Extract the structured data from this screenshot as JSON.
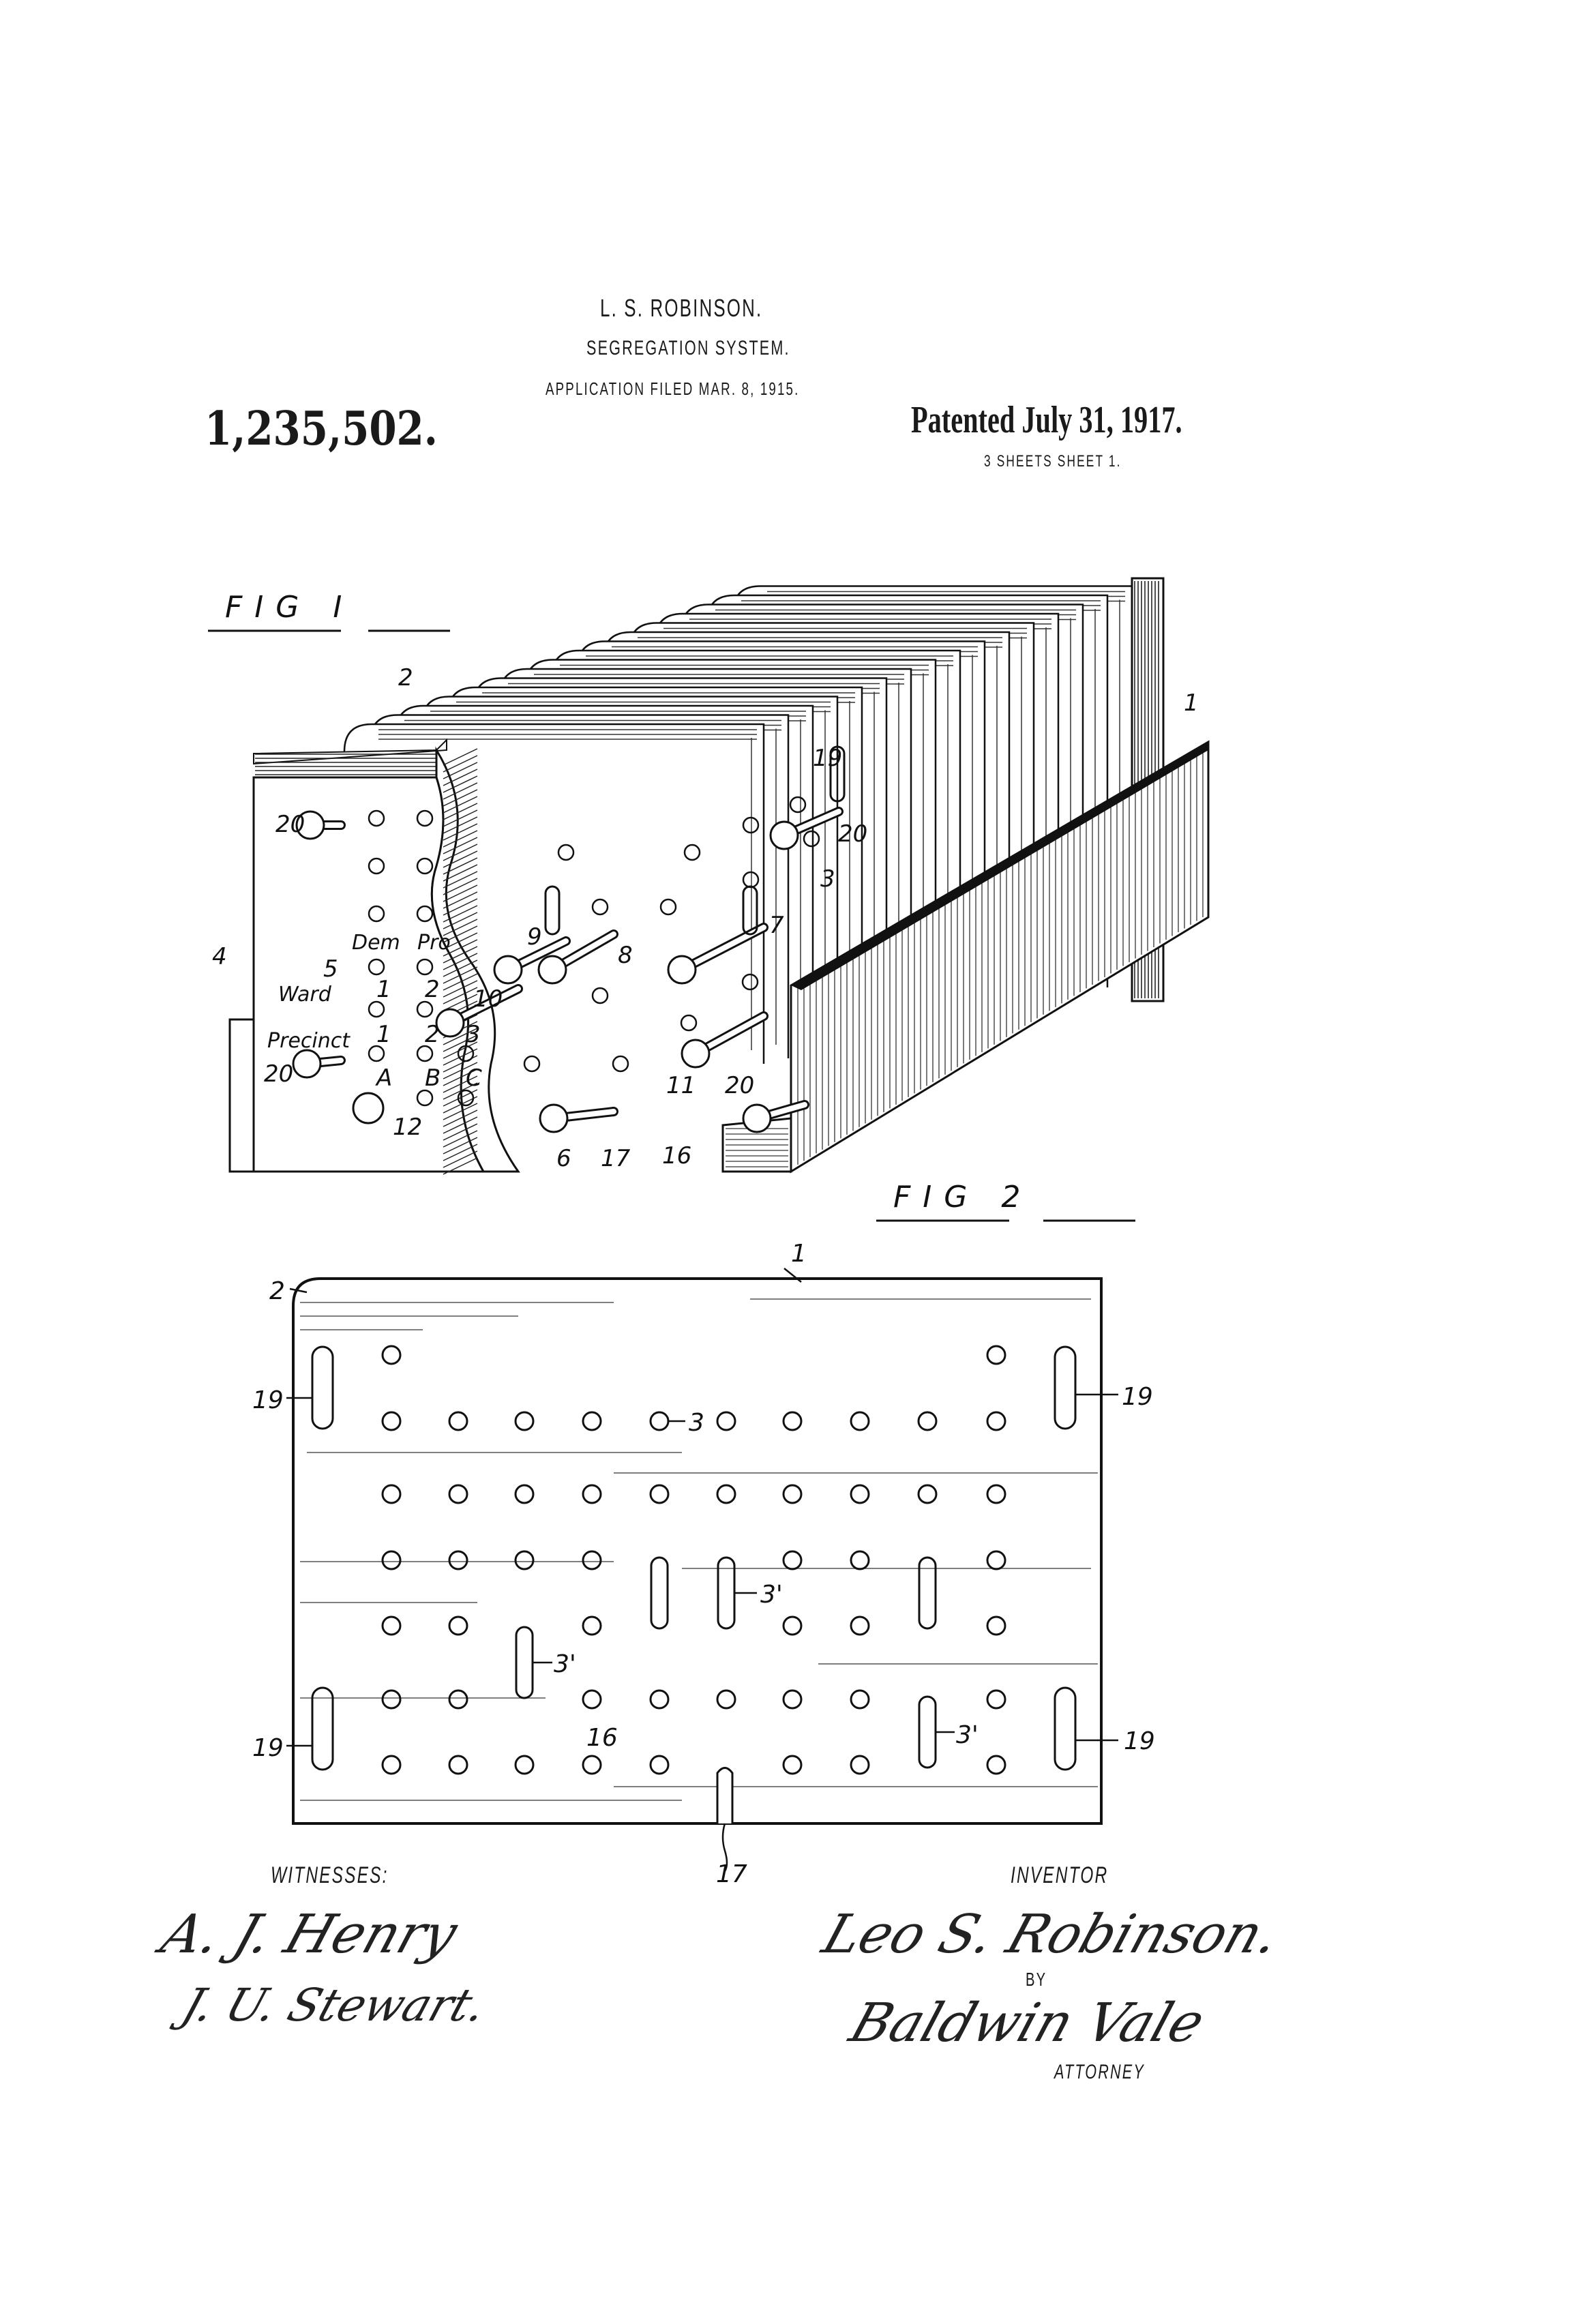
{
  "header": {
    "inventor_name": "L. S. ROBINSON.",
    "title": "SEGREGATION SYSTEM.",
    "application": "APPLICATION FILED MAR. 8, 1915.",
    "patent_number": "1,235,502.",
    "patented": "Patented July 31, 1917.",
    "sheets": "3 SHEETS SHEET 1."
  },
  "figure1": {
    "caption": "FIG I",
    "labels": [
      "1",
      "2",
      "19",
      "20",
      "3",
      "20",
      "4",
      "Dem",
      "Pro",
      "5",
      "Ward",
      "1",
      "2",
      "Precinct",
      "1",
      "2",
      "3",
      "20",
      "A",
      "B",
      "C",
      "12",
      "10",
      "9",
      "8",
      "7",
      "11",
      "20",
      "6",
      "17",
      "16"
    ]
  },
  "figure2": {
    "caption": "FIG 2",
    "labels": [
      "1",
      "2",
      "19",
      "19",
      "3",
      "3'",
      "3'",
      "3'",
      "19",
      "19",
      "16",
      "17"
    ]
  },
  "footer": {
    "witnesses_label": "WITNESSES:",
    "inventor_label": "INVENTOR",
    "witness_signature_1": "A. J. Henry",
    "witness_signature_2": "J. U. Stewart.",
    "inventor_signature": "Leo S. Robinson.",
    "by_label": "BY",
    "attorney_signature": "Baldwin Vale",
    "attorney_label": "ATTORNEY"
  }
}
